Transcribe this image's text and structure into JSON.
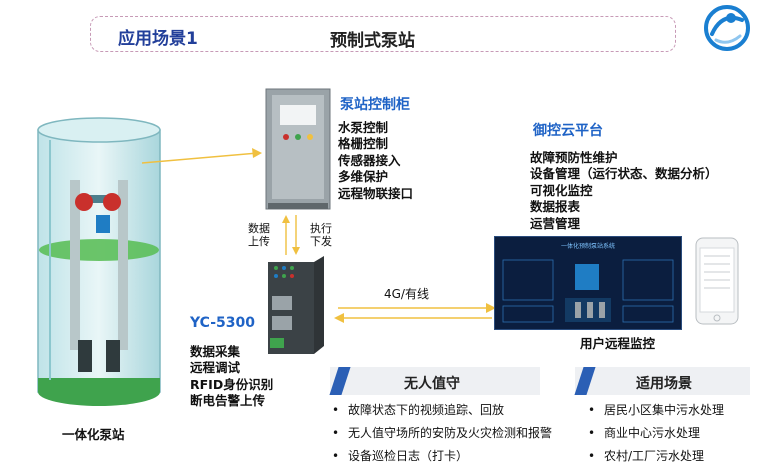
{
  "header": {
    "scene_label": "应用场景1",
    "title": "预制式泵站"
  },
  "logo": {
    "icon": "brand-swirl-logo",
    "color": "#1a7fd1"
  },
  "control_cabinet": {
    "title": "泵站控制柜",
    "features": [
      "水泵控制",
      "格栅控制",
      "传感器接入",
      "多维保护",
      "远程物联接口"
    ]
  },
  "cloud_platform": {
    "title": "御控云平台",
    "features": [
      "故障预防性维护",
      "设备管理（运行状态、数据分析）",
      "可视化监控",
      "数据报表",
      "运营管理"
    ]
  },
  "gateway": {
    "model": "YC-5300",
    "features": [
      "数据采集",
      "远程调试",
      "RFID身份识别",
      "断电告警上传"
    ]
  },
  "links": {
    "upload": [
      "数据",
      "上传"
    ],
    "command": [
      "执行",
      "下发"
    ],
    "network": "4G/有线"
  },
  "remote_monitor_label": "用户远程监控",
  "dashboard_title": "一体化预制泵站系统",
  "pump_station_label": "一体化泵站",
  "unattended": {
    "title": "无人值守",
    "items": [
      "故障状态下的视频追踪、回放",
      "无人值守场所的安防及火灾检测和报警",
      "设备巡检日志（打卡）"
    ]
  },
  "applicable": {
    "title": "适用场景",
    "items": [
      "居民小区集中污水处理",
      "商业中心污水处理",
      "农村/工厂污水处理"
    ]
  },
  "colors": {
    "accent_blue": "#1f63c6",
    "title_blue": "#223f9a",
    "section_bar": "#2b5fb5",
    "arrow": "#f0c040"
  }
}
